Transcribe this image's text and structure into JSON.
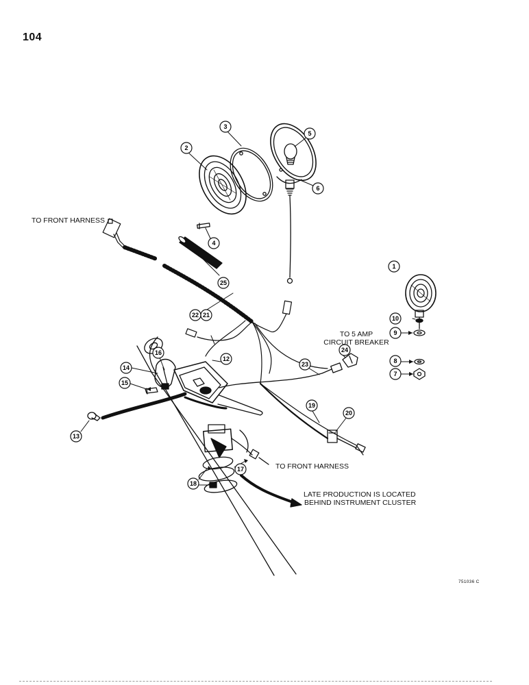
{
  "page": {
    "number": "104",
    "figure_code": "751036 C"
  },
  "labels": {
    "front_harness_top": "TO FRONT HARNESS",
    "front_harness_bottom": "TO FRONT HARNESS",
    "breaker_line1": "TO 5 AMP",
    "breaker_line2": "CIRCUIT BREAKER",
    "note_line1": "LATE PRODUCTION IS LOCATED",
    "note_line2": "BEHIND INSTRUMENT CLUSTER"
  },
  "callouts": [
    "1",
    "2",
    "3",
    "4",
    "5",
    "6",
    "7",
    "8",
    "9",
    "10",
    "12",
    "13",
    "14",
    "15",
    "16",
    "17",
    "18",
    "19",
    "20",
    "21",
    "22",
    "23",
    "24",
    "25"
  ]
}
